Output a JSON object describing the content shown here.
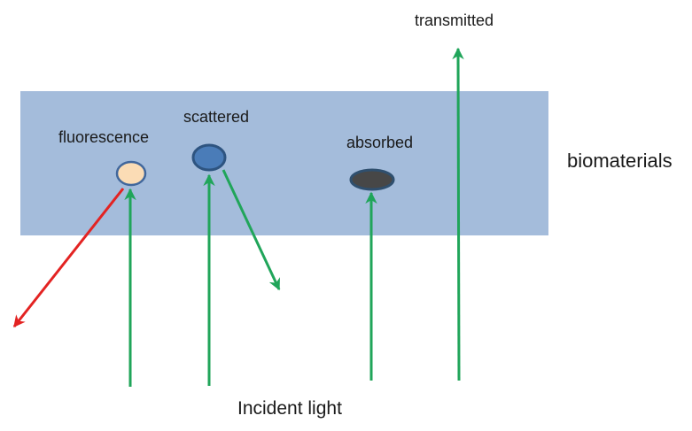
{
  "diagram": {
    "labels": {
      "transmitted": "transmitted",
      "scattered": "scattered",
      "fluorescence": "fluorescence",
      "absorbed": "absorbed",
      "biomaterials": "biomaterials",
      "incident_light": "Incident light"
    },
    "particles": [
      {
        "name": "fluorescence-particle",
        "fill": "#fbdcb5",
        "stroke": "#41679c"
      },
      {
        "name": "scattered-particle",
        "fill": "#4a7cb8",
        "stroke": "#2e5480"
      },
      {
        "name": "absorbed-particle",
        "fill": "#474747",
        "stroke": "#2f4f6e"
      }
    ],
    "colors": {
      "slab_fill": "#a4bcdb",
      "green_arrow": "#20a55a",
      "red_arrow": "#e32322",
      "fluorescence_fill": "#fbdcb5",
      "fluorescence_stroke": "#41679c",
      "scattered_fill": "#4a7cb8",
      "scattered_stroke": "#2e5480",
      "absorbed_fill": "#474747",
      "absorbed_stroke": "#2f4f6e",
      "text": "#1a1a1a"
    }
  }
}
